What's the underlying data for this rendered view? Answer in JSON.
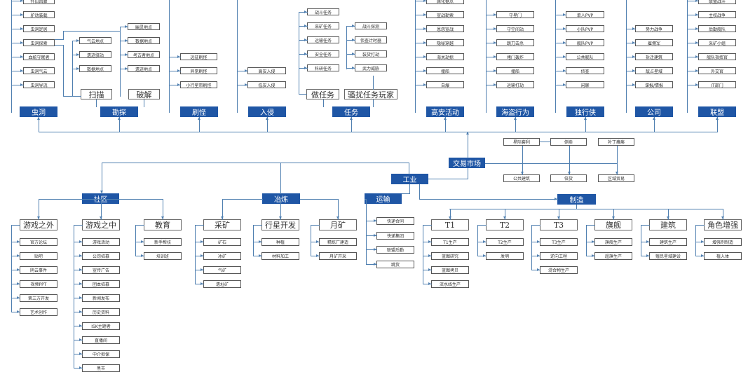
{
  "top_categories": [
    {
      "label": "虫洞",
      "items": [
        "怀旧回廊",
        "驴动装载",
        "虫洞定居",
        "虫洞探索",
        "血统守眠者",
        "虫洞气云",
        "虫洞导流"
      ]
    },
    {
      "label": "勘探",
      "scan_label": "扫描",
      "hack_label": "破解",
      "scan_items": [
        "气云地点",
        "遗迹驿站",
        "数据地点"
      ],
      "hack_items": [
        "幽灵地点",
        "数据地点",
        "考古者地点",
        "遗迹地点"
      ]
    },
    {
      "label": "刷怪",
      "items": [
        "远征刷怪",
        "异常刷怪",
        "小行星带刷怪"
      ]
    },
    {
      "label": "入侵",
      "items": [
        "高安入侵",
        "低安入侵"
      ]
    },
    {
      "label": "任务",
      "do_label": "做任务",
      "harass_label": "骚扰任务玩家",
      "do_items": [
        "战斗任务",
        "采矿任务",
        "运输任务",
        "安全任务",
        "科研任务"
      ],
      "harass_items": [
        "战斗探测",
        "侦查计时器",
        "装货打劫",
        "武力威胁"
      ]
    },
    {
      "label": "高安活动",
      "items": [
        "腐化据点",
        "宣战勒索",
        "恩怨宣战",
        "隐秘穿越",
        "海关劫掠",
        "撞船",
        "自爆"
      ]
    },
    {
      "label": "海盗行为",
      "items": [
        "守星门",
        "守空间站",
        "跳刀击杀",
        "堵门轰炸",
        "撞船",
        "运输打劫"
      ]
    },
    {
      "label": "独行侠",
      "items": [
        "单人PVP",
        "小队PVP",
        "舰队PVP",
        "公共舰队",
        "侦查",
        "闲聊"
      ]
    },
    {
      "label": "公司",
      "items": [
        "势力战争",
        "雇佣军",
        "拆迁建筑",
        "敌占星域",
        "谍报/情报"
      ]
    },
    {
      "label": "联盟",
      "items": [
        "联盟战斗",
        "主权战争",
        "后勤舰队",
        "采矿小组",
        "舰队指挥官",
        "外交官",
        "IT部门"
      ]
    }
  ],
  "market": {
    "label": "交易市场",
    "top": [
      "星际套利",
      "倒卖",
      "补丁瘫痪"
    ],
    "bottom": [
      "公共建筑",
      "倍货",
      "区域贸易"
    ]
  },
  "industry": {
    "label": "工业"
  },
  "community": {
    "label": "社区",
    "groups": [
      {
        "label": "游戏之外",
        "items": [
          "官方论坛",
          "贴吧",
          "阴云事件",
          "视频PPT",
          "第三方开发",
          "艺术创作"
        ]
      },
      {
        "label": "游戏之中",
        "items": [
          "游戏活动",
          "公司招募",
          "宣传广告",
          "团本招募",
          "新闻发布",
          "历史资料",
          "ISK主题者",
          "直播间",
          "中介担保",
          "黑市"
        ]
      },
      {
        "label": "教育",
        "items": [
          "新手帮扶",
          "培训班"
        ]
      }
    ]
  },
  "smelting": {
    "label": "冶炼",
    "groups": [
      {
        "label": "采矿",
        "items": [
          "矿石",
          "冰矿",
          "气矿",
          "遗址矿"
        ]
      },
      {
        "label": "行星开发",
        "items": [
          "种植",
          "材料加工"
        ]
      },
      {
        "label": "月矿",
        "items": [
          "精炼厂建造",
          "月矿开采"
        ]
      }
    ]
  },
  "transport": {
    "label": "运输",
    "items": [
      "快递合同",
      "快递集团",
      "联盟后勤",
      "跳货"
    ]
  },
  "manufacturing": {
    "label": "制造",
    "groups": [
      {
        "label": "T1",
        "items": [
          "T1生产",
          "蓝图研究",
          "蓝图拷贝",
          "流水线生产"
        ]
      },
      {
        "label": "T2",
        "items": [
          "T2生产",
          "发明"
        ]
      },
      {
        "label": "T3",
        "items": [
          "T3生产",
          "逆向工程",
          "混合物生产"
        ]
      },
      {
        "label": "旗舰",
        "items": [
          "旗舰生产",
          "超旗生产"
        ]
      },
      {
        "label": "建筑",
        "items": [
          "建筑生产",
          "殖民星域建设"
        ]
      },
      {
        "label": "角色增强",
        "items": [
          "增强剂制造",
          "植入体"
        ]
      }
    ]
  },
  "colors": {
    "accent": "#1f56a5",
    "line": "#4f7fb0"
  }
}
